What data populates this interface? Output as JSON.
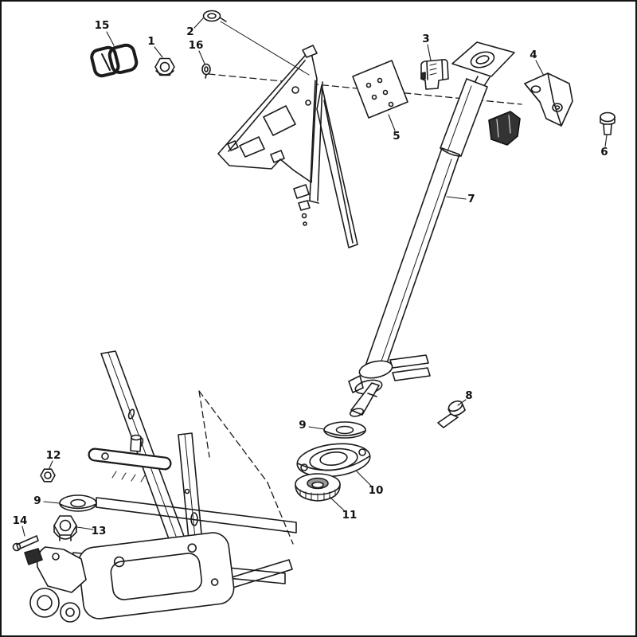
{
  "diagram": {
    "background": "#ffffff",
    "line_color": "#1b1b1b",
    "border_color": "#141414",
    "callouts": [
      {
        "label": "15"
      },
      {
        "label": "1"
      },
      {
        "label": "2"
      },
      {
        "label": "16"
      },
      {
        "label": "3"
      },
      {
        "label": "4"
      },
      {
        "label": "5"
      },
      {
        "label": "6"
      },
      {
        "label": "7"
      },
      {
        "label": "8"
      },
      {
        "label": "9"
      },
      {
        "label": "10"
      },
      {
        "label": "11"
      },
      {
        "label": "12"
      },
      {
        "label": "9"
      },
      {
        "label": "13"
      },
      {
        "label": "14"
      }
    ]
  }
}
